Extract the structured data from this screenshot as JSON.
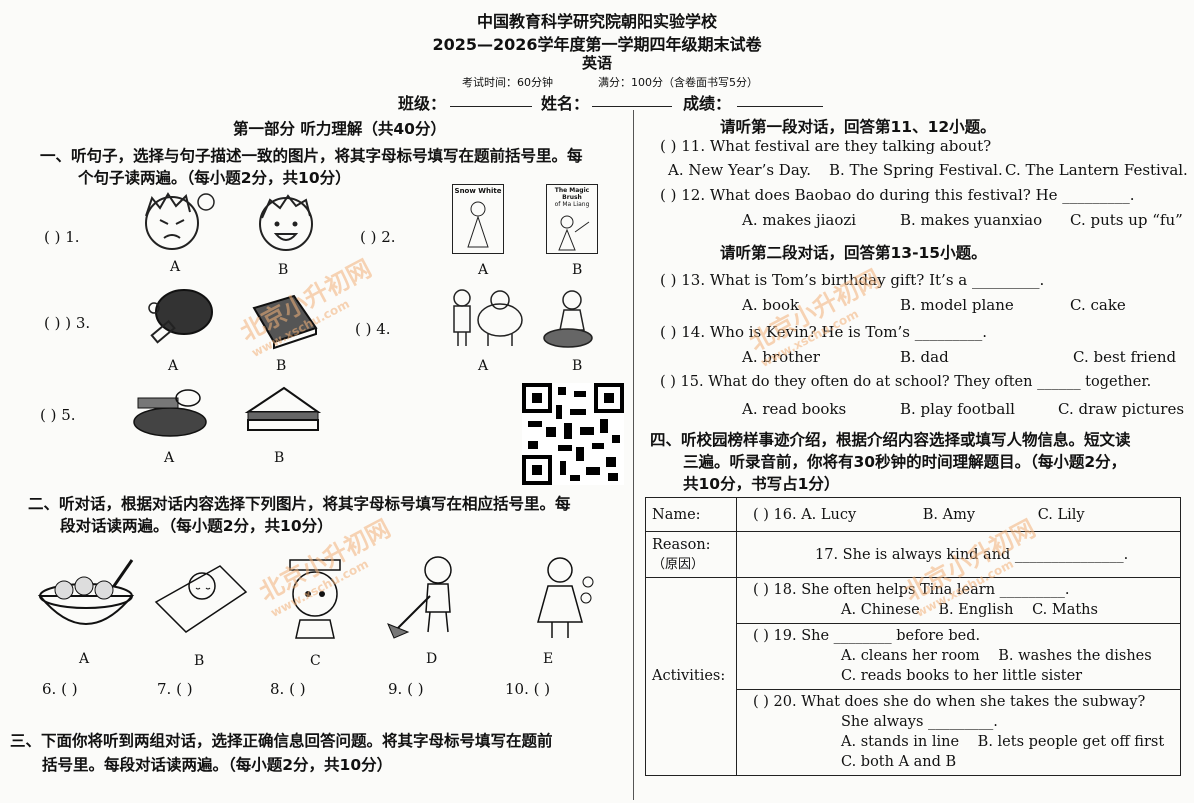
{
  "header": {
    "school": "中国教育科学研究院朝阳实验学校",
    "exam": "2025—2026学年度第一学期四年级期末试卷",
    "subject": "英语",
    "time": "考试时间：60分钟",
    "score": "满分：100分（含卷面书写5分）",
    "class_label": "班级：",
    "name_label": "姓名：",
    "grade_label": "成绩："
  },
  "part1": {
    "title": "第一部分  听力理解（共40分）"
  },
  "s1": {
    "line1": "一、听句子，选择与句子描述一致的图片，将其字母标号填写在题前括号里。每",
    "line2": "个句子读两遍。（每小题2分，共10分）",
    "q1": "(     ) 1.",
    "q2": "(     ) 2.",
    "q3": "( ) ) 3.",
    "q4": "(     ) 4.",
    "q5": "(     ) 5.",
    "book_a": "Snow White",
    "book_b1": "The Magic Brush",
    "book_b2": "of Ma Liang",
    "a": "A",
    "b": "B"
  },
  "s2": {
    "line1": "二、听对话，根据对话内容选择下列图片，将其字母标号填写在相应括号里。每",
    "line2": "段对话读两遍。（每小题2分，共10分）",
    "labels": [
      "A",
      "B",
      "C",
      "D",
      "E"
    ],
    "blanks": [
      "6. (      )",
      "7. (      )",
      "8. (      )",
      "9. (      )",
      "10. (      )"
    ]
  },
  "s3": {
    "line1": "三、下面你将听到两组对话，选择正确信息回答问题。将其字母标号填写在题前",
    "line2": "括号里。每段对话读两遍。（每小题2分，共10分）"
  },
  "right": {
    "d1": "请听第一段对话，回答第11、12小题。",
    "q11": "(      ) 11. What festival are they talking about?",
    "q11o": [
      "A. New Year’s Day.",
      "B. The Spring Festival.",
      "C. The Lantern Festival."
    ],
    "q12": "(      ) 12. What does Baobao do during this festival? He _________.",
    "q12o": [
      "A. makes jiaozi",
      "B. makes yuanxiao",
      "C. puts up “fu”"
    ],
    "d2": "请听第二段对话，回答第13-15小题。",
    "q13": "(      ) 13. What is Tom’s birthday gift? It’s a _________.",
    "q13o": [
      "A. book",
      "B. model plane",
      "C. cake"
    ],
    "q14": "(      ) 14. Who is Kevin? He is Tom’s _________.",
    "q14o": [
      "A. brother",
      "B. dad",
      "C. best friend"
    ],
    "q15": "(      ) 15. What do they often do at school? They often ______ together.",
    "q15o": [
      "A. read books",
      "B. play football",
      "C. draw pictures"
    ],
    "s4l1": "四、听校园榜样事迹介绍，根据介绍内容选择或填写人物信息。短文读",
    "s4l2": "三遍。听录音前，你将有30秒钟的时间理解题目。（每小题2分，",
    "s4l3": "共10分，书写占1分）"
  },
  "table": {
    "name": "Name:",
    "q16": "(      ) 16. A. Lucy",
    "q16b": "B. Amy",
    "q16c": "C. Lily",
    "reason1": "Reason:",
    "reason2": "（原因）",
    "q17": "17. She is always kind and _______________.",
    "activities": "Activities:",
    "q18": "(      ) 18. She often helps Tina learn _________.",
    "q18o": [
      "A. Chinese",
      "B. English",
      "C. Maths"
    ],
    "q19": "(      ) 19. She ________ before bed.",
    "q19a": "A. cleans her room",
    "q19b": "B. washes the dishes",
    "q19c": "C. reads books to her little sister",
    "q20": "(      ) 20. What does she do when she takes the subway?",
    "q20s": "She always _________.",
    "q20a": "A. stands in line",
    "q20b": "B. lets people get off first",
    "q20c": "C. both A and B"
  },
  "watermark": {
    "brand": "北京小升初网",
    "url": "www.xschu.com"
  }
}
